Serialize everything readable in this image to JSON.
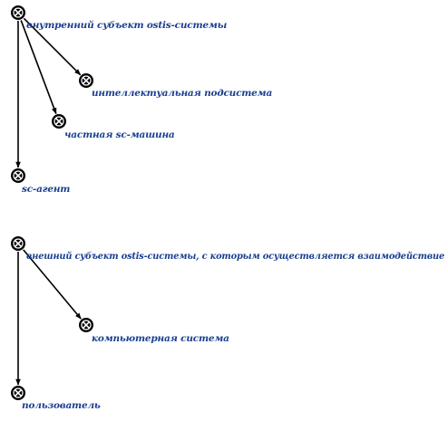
{
  "colors": {
    "node": "#000000",
    "node_mark": "#ffffff",
    "edge": "#000000",
    "label": "#1a3f8f"
  },
  "nodes": [
    {
      "id": "n1",
      "label": "внутренний субъект ostis-системы"
    },
    {
      "id": "n2",
      "label": "интеллектуальная подсистема"
    },
    {
      "id": "n3",
      "label": "частная sc-машина"
    },
    {
      "id": "n4",
      "label": "sc-агент"
    },
    {
      "id": "n5",
      "label": "внешний субъект ostis-системы, с которым осуществляется взаимодействие"
    },
    {
      "id": "n6",
      "label": "компьютерная система"
    },
    {
      "id": "n7",
      "label": "пользователь"
    }
  ],
  "edges": [
    {
      "from": "n1",
      "to": "n2"
    },
    {
      "from": "n1",
      "to": "n3"
    },
    {
      "from": "n1",
      "to": "n4"
    },
    {
      "from": "n5",
      "to": "n6"
    },
    {
      "from": "n5",
      "to": "n7"
    }
  ]
}
